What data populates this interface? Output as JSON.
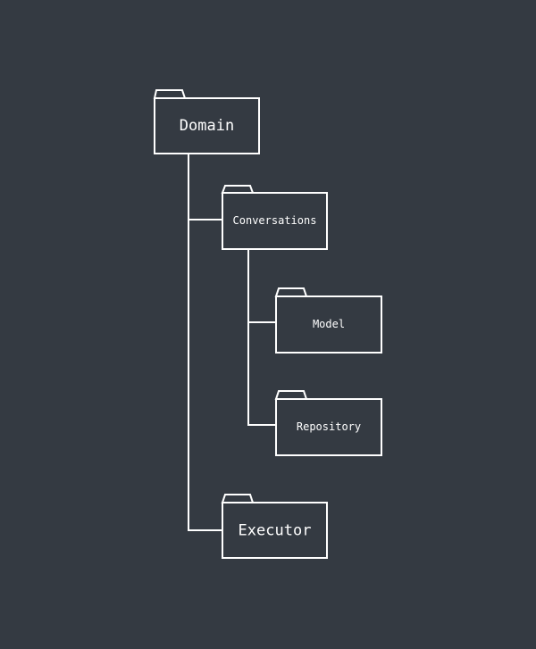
{
  "colors": {
    "background": "#343a42",
    "stroke": "#ffffff",
    "text": "#ffffff"
  },
  "diagram": {
    "root": "Domain",
    "conversations": "Conversations",
    "model": "Model",
    "repository": "Repository",
    "executor": "Executor"
  }
}
